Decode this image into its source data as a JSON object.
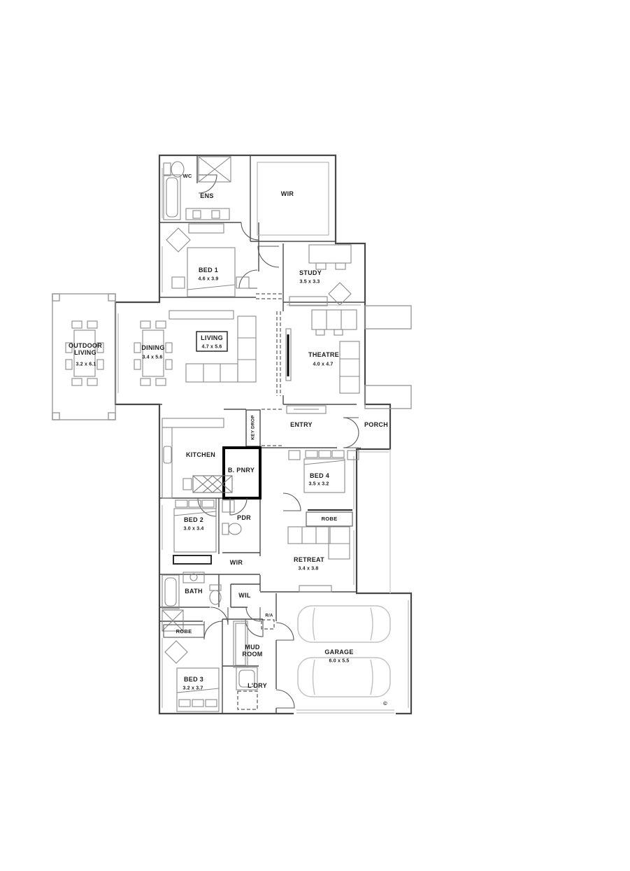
{
  "plan": {
    "copyright_symbol": "©",
    "rooms": {
      "wc": {
        "name": "WC"
      },
      "ens": {
        "name": "ENS"
      },
      "wir_master": {
        "name": "WIR"
      },
      "bed1": {
        "name": "BED 1",
        "dims": "4.6 x 3.9"
      },
      "study": {
        "name": "STUDY",
        "dims": "3.5 x 3.3"
      },
      "outdoor_living": {
        "name": "OUTDOOR LIVING",
        "dims": "3.2 x 6.1"
      },
      "dining": {
        "name": "DINING",
        "dims": "3.4 x 5.6"
      },
      "living": {
        "name": "LIVING",
        "dims": "4.7 x 5.6"
      },
      "theatre": {
        "name": "THEATRE",
        "dims": "4.0 x 4.7"
      },
      "key_drop": {
        "name": "KEY DROP"
      },
      "entry": {
        "name": "ENTRY"
      },
      "porch": {
        "name": "PORCH"
      },
      "kitchen": {
        "name": "KITCHEN"
      },
      "butlers_pantry": {
        "name": "B. PNRY"
      },
      "bed4": {
        "name": "BED 4",
        "dims": "3.5 x 3.2"
      },
      "bed2": {
        "name": "BED 2",
        "dims": "3.0 x 3.4"
      },
      "pdr": {
        "name": "PDR"
      },
      "robe_bed4": {
        "name": "ROBE"
      },
      "wir_hall": {
        "name": "WIR"
      },
      "retreat": {
        "name": "RETREAT",
        "dims": "3.4 x 3.8"
      },
      "bath": {
        "name": "BATH"
      },
      "wil": {
        "name": "WIL"
      },
      "robe_bed3": {
        "name": "ROBE"
      },
      "return_air": {
        "name": "R/A"
      },
      "mud_room": {
        "name": "MUD ROOM"
      },
      "bed3": {
        "name": "BED 3",
        "dims": "3.2 x 3.7"
      },
      "ldry": {
        "name": "L'DRY"
      },
      "garage": {
        "name": "GARAGE",
        "dims": "6.0 x 5.5"
      }
    },
    "colors": {
      "wall": "#474747",
      "fixture": "#8a8a8a",
      "light": "#c4c4c4",
      "text": "#1c1c1c"
    }
  }
}
